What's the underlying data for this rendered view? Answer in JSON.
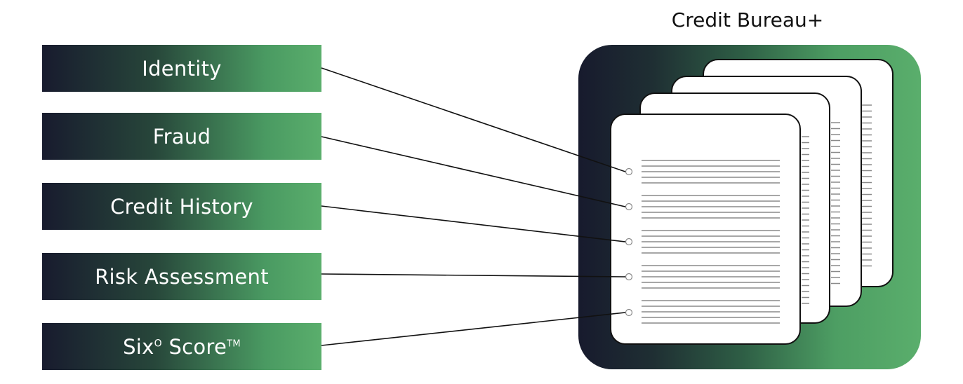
{
  "bureau": {
    "title": "Credit Bureau+"
  },
  "categories": [
    {
      "label": "Identity"
    },
    {
      "label": "Fraud"
    },
    {
      "label": "Credit History"
    },
    {
      "label": "Risk Assessment"
    },
    {
      "label": "Six",
      "superscript": "O",
      "suffix": " Score",
      "trademark": "TM"
    }
  ],
  "colors": {
    "gradient_dark": "#181b2e",
    "gradient_green": "#5aae6c",
    "line": "#111111",
    "doc_line": "#8a8a8a"
  }
}
